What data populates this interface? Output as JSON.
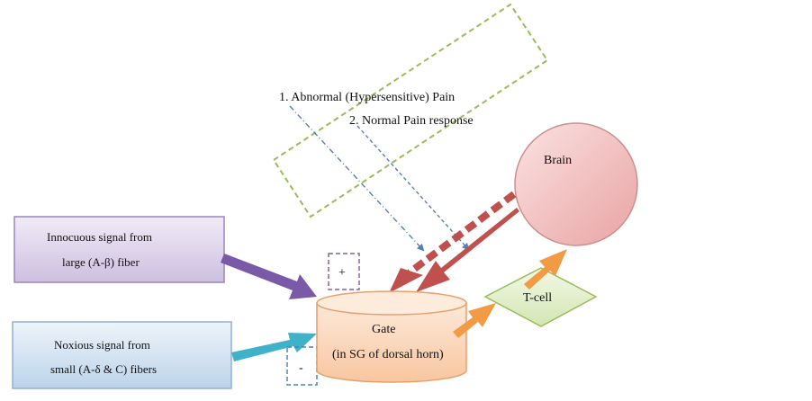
{
  "labels": {
    "abnormal": "1. Abnormal (Hypersensitive) Pain",
    "normal": "2. Normal Pain response",
    "brain": "Brain",
    "innocuous_line1": "Innocuous signal from",
    "innocuous_line2": "large (A-β) fiber",
    "noxious_line1": "Noxious signal from",
    "noxious_line2": "small (A-δ & C) fibers",
    "gate_line1": "Gate",
    "gate_line2": "(in SG of dorsal horn)",
    "tcell": "T-cell",
    "plus": "+",
    "minus": "-"
  },
  "colors": {
    "innocuous_arrow": "#7a5aa6",
    "noxious_arrow": "#3fb2c9",
    "brain_arrow": "#c0504d",
    "output_arrow": "#f39a45",
    "dashed_box": "#9bbb59",
    "dotted_lines": "#4f81bd"
  }
}
